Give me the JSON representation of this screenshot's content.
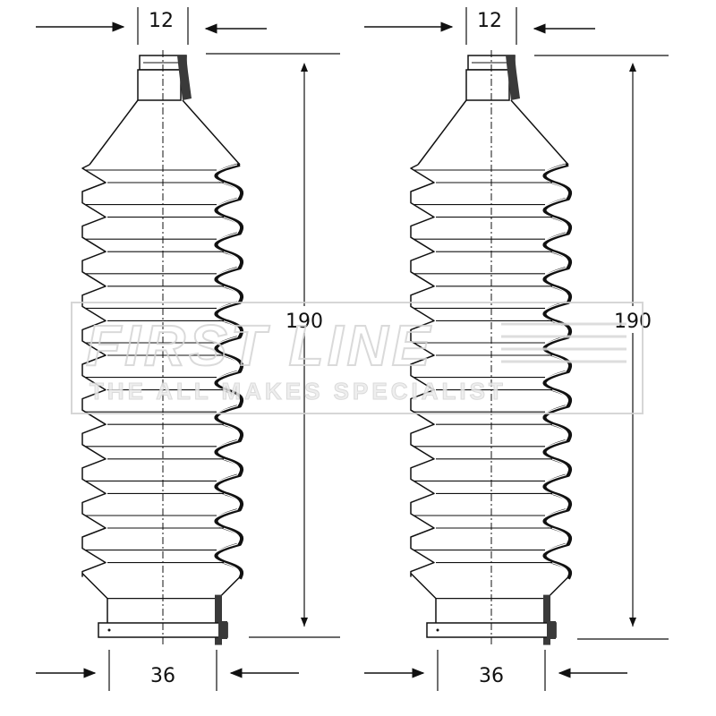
{
  "figure": {
    "boots": [
      {
        "id": "left",
        "dimensions": {
          "small_diameter": "12",
          "length": "190",
          "large_diameter": "36"
        }
      },
      {
        "id": "right",
        "dimensions": {
          "small_diameter": "12",
          "length": "190",
          "large_diameter": "36"
        }
      }
    ]
  },
  "watermark": {
    "brand": "FIRST LINE",
    "tagline": "THE ALL MAKES SPECIALIST"
  }
}
